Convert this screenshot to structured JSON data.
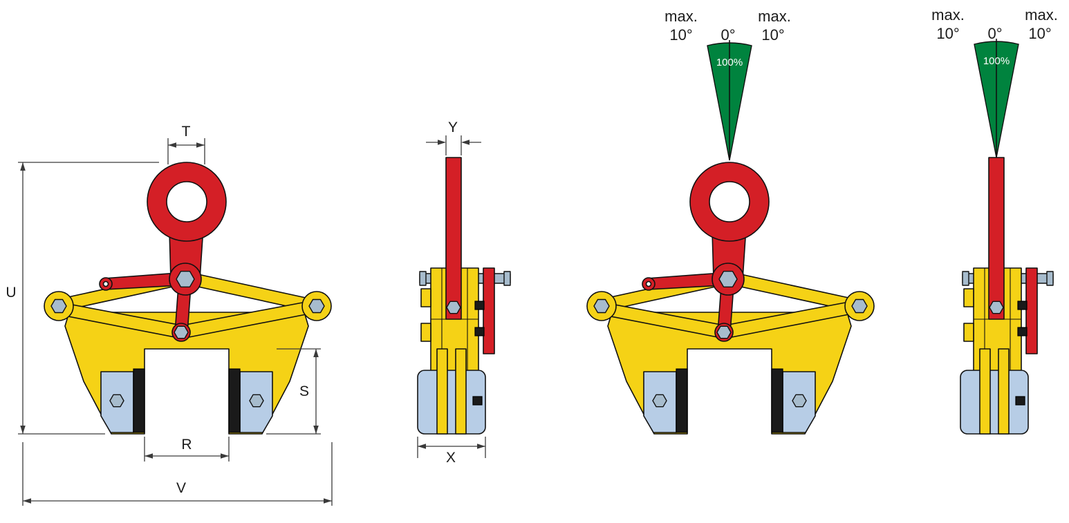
{
  "diagram": {
    "views": {
      "front_dimensioned": {
        "labels": {
          "t": "T",
          "u": "U",
          "s": "S",
          "r": "R",
          "v": "V"
        }
      },
      "side_dimensioned": {
        "labels": {
          "y": "Y",
          "x": "X"
        }
      },
      "front_angle": {
        "max_left": "max.",
        "angle_left": "10°",
        "angle_center": "0°",
        "max_right": "max.",
        "angle_right": "10°",
        "load_percent": "100%"
      },
      "side_angle": {
        "max_left": "max.",
        "angle_left": "10°",
        "angle_center": "0°",
        "max_right": "max.",
        "angle_right": "10°",
        "load_percent": "100%"
      }
    }
  },
  "colors": {
    "red": "#d41f26",
    "yellow": "#f5d216",
    "blue": "#b7cde6",
    "green": "#00833e",
    "pad_dark": "#1a1a1a",
    "metal": "#a7bccd",
    "line": "#3a3a3a"
  }
}
